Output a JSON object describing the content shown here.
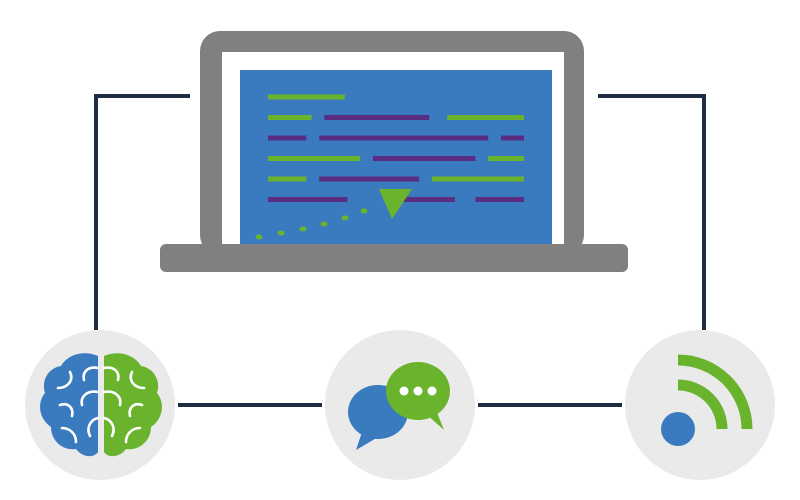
{
  "colors": {
    "background": "#ffffff",
    "connector": "#1f2d44",
    "laptop_frame": "#808080",
    "laptop_bezel": "#ffffff",
    "screen": "#3a7bbf",
    "code_green": "#6ab42d",
    "code_purple": "#5b2d82",
    "node_circle": "#eaeaea",
    "brain_blue": "#3a7bbf",
    "brain_green": "#6ab42d",
    "bubble_blue": "#3a7bbf",
    "bubble_green": "#6ab42d",
    "feed_blue": "#3a7bbf",
    "feed_green": "#6ab42d"
  },
  "nodes": [
    {
      "name": "brain-node",
      "icon": "brain-icon"
    },
    {
      "name": "chat-node",
      "icon": "chat-bubbles-icon"
    },
    {
      "name": "feed-node",
      "icon": "rss-feed-icon"
    }
  ],
  "laptop": {
    "icon": "laptop-icon",
    "code_lines": [
      [
        {
          "c": "green",
          "l": 0.0,
          "w": 0.3
        }
      ],
      [
        {
          "c": "green",
          "l": 0.0,
          "w": 0.17
        },
        {
          "c": "purple",
          "l": 0.22,
          "w": 0.41
        },
        {
          "c": "green",
          "l": 0.7,
          "w": 0.3
        }
      ],
      [
        {
          "c": "purple",
          "l": 0.0,
          "w": 0.15
        },
        {
          "c": "purple",
          "l": 0.2,
          "w": 0.66
        },
        {
          "c": "purple",
          "l": 0.91,
          "w": 0.09
        }
      ],
      [
        {
          "c": "green",
          "l": 0.0,
          "w": 0.36
        },
        {
          "c": "purple",
          "l": 0.41,
          "w": 0.4
        },
        {
          "c": "green",
          "l": 0.86,
          "w": 0.14
        }
      ],
      [
        {
          "c": "green",
          "l": 0.0,
          "w": 0.15
        },
        {
          "c": "purple",
          "l": 0.2,
          "w": 0.39
        },
        {
          "c": "green",
          "l": 0.64,
          "w": 0.36
        }
      ],
      [
        {
          "c": "purple",
          "l": 0.0,
          "w": 0.31
        },
        {
          "c": "purple",
          "l": 0.51,
          "w": 0.22
        },
        {
          "c": "purple",
          "l": 0.81,
          "w": 0.19
        }
      ]
    ]
  }
}
